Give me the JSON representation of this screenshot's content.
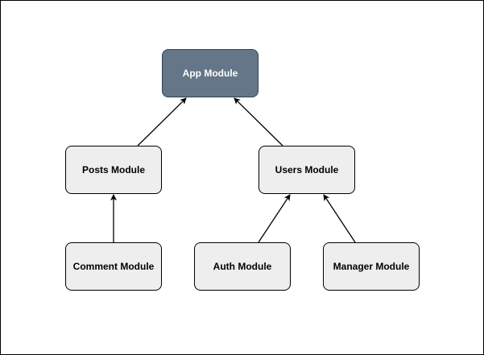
{
  "diagram": {
    "nodes": [
      {
        "id": "app",
        "label": "App Module",
        "fill": "#647687",
        "text_color": "#ffffff"
      },
      {
        "id": "posts",
        "label": "Posts Module",
        "fill": "#eeeeee",
        "text_color": "#000000"
      },
      {
        "id": "users",
        "label": "Users Module",
        "fill": "#eeeeee",
        "text_color": "#000000"
      },
      {
        "id": "comment",
        "label": "Comment Module",
        "fill": "#eeeeee",
        "text_color": "#000000"
      },
      {
        "id": "auth",
        "label": "Auth Module",
        "fill": "#eeeeee",
        "text_color": "#000000"
      },
      {
        "id": "manager",
        "label": "Manager Module",
        "fill": "#eeeeee",
        "text_color": "#000000"
      }
    ],
    "edges": [
      {
        "from": "posts",
        "to": "app"
      },
      {
        "from": "users",
        "to": "app"
      },
      {
        "from": "comment",
        "to": "posts"
      },
      {
        "from": "auth",
        "to": "users"
      },
      {
        "from": "manager",
        "to": "users"
      }
    ],
    "edge_color": "#000000"
  }
}
